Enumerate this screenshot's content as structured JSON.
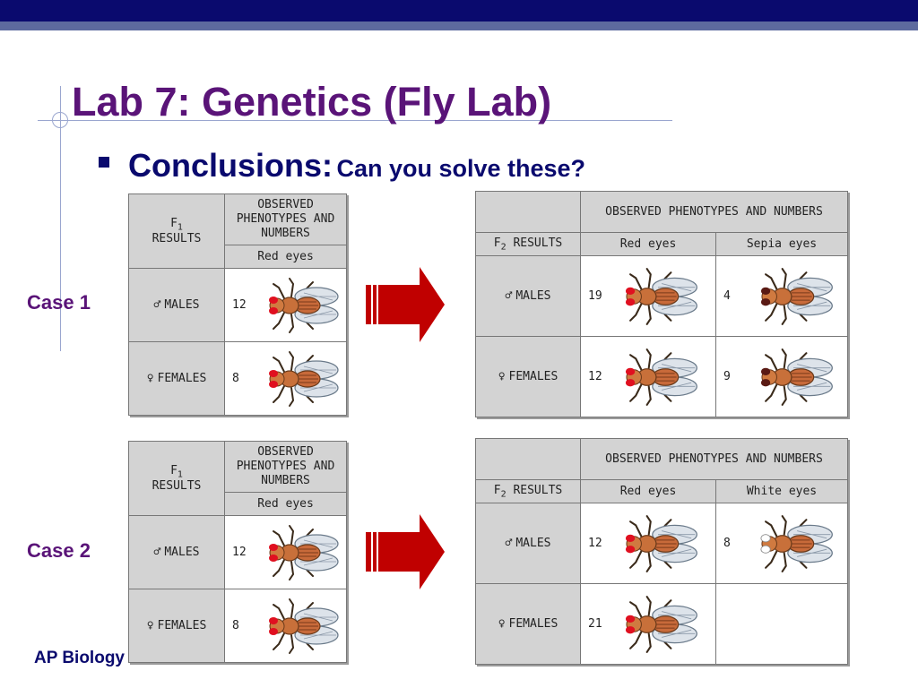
{
  "slide": {
    "title": "Lab 7: Genetics (Fly Lab)",
    "bullet_bold": "Conclusions:",
    "bullet_rest": "Can you solve these?",
    "footer": "AP Biology",
    "colors": {
      "title": "#5a1478",
      "navy": "#0a0a6e",
      "arrow": "#c00000"
    }
  },
  "labels": {
    "f1_results": "RESULTS",
    "f2_results": "RESULTS",
    "observed": "OBSERVED PHENOTYPES AND NUMBERS",
    "males": "MALES",
    "females": "FEMALES",
    "male_symbol": "♂",
    "female_symbol": "♀"
  },
  "cases": [
    {
      "label": "Case 1",
      "f1": {
        "phenotype": "Red eyes",
        "males": "12",
        "females": "8"
      },
      "f2": {
        "phenotypes": [
          "Red eyes",
          "Sepia eyes"
        ],
        "males": [
          "19",
          "4"
        ],
        "females": [
          "12",
          "9"
        ]
      }
    },
    {
      "label": "Case 2",
      "f1": {
        "phenotype": "Red eyes",
        "males": "12",
        "females": "8"
      },
      "f2": {
        "phenotypes": [
          "Red eyes",
          "White eyes"
        ],
        "males": [
          "12",
          "8"
        ],
        "females": [
          "21",
          ""
        ]
      }
    }
  ],
  "icons": {
    "fly": "fruit-fly-icon",
    "arrow": "right-arrow-icon",
    "bullet": "square-bullet-icon"
  }
}
